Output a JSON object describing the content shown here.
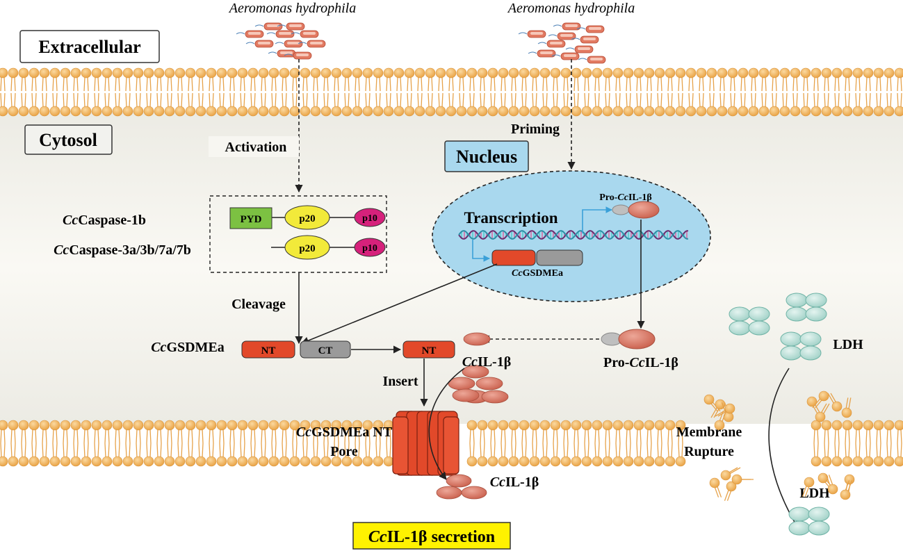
{
  "labels": {
    "bacteria_left": "Aeromonas hydrophila",
    "bacteria_right": "Aeromonas hydrophila",
    "extracellular": "Extracellular",
    "cytosol": "Cytosol",
    "nucleus": "Nucleus",
    "activation": "Activation",
    "priming": "Priming",
    "transcription": "Transcription",
    "cleavage": "Cleavage",
    "insert": "Insert",
    "membrane_rupture_1": "Membrane",
    "membrane_rupture_2": "Rupture",
    "ldh_top": "LDH",
    "ldh_bottom": "LDH",
    "pore_1": "CcGSDMEa NT",
    "pore_2": "Pore",
    "secretion": "CcIL-1β secretion"
  },
  "caspases": {
    "row1_label": "CcCaspase-1b",
    "row2_label": "CcCaspase-3a/3b/7a/7b",
    "pyd": "PYD",
    "p20": "p20",
    "p10": "p10"
  },
  "gsdme": {
    "label": "CcGSDMEa",
    "nt": "NT",
    "ct": "CT",
    "nucleus_gene_label": "CcGSDMEa"
  },
  "il1b": {
    "pro_nucleus": "Pro-CcIL-1β",
    "pro_cytosol": "Pro-CcIL-1β",
    "mature": "CcIL-1β",
    "mature_out": "CcIL-1β"
  },
  "colors": {
    "membrane_head": "#f2b25c",
    "nucleus_fill": "#a9d8ee",
    "gsdme_nt": "#e2492a",
    "gsdme_ct": "#9a9a9a",
    "pyd": "#7cc142",
    "p20": "#f2ea3a",
    "p10": "#d6217b",
    "il1b": "#d97a68",
    "ldh": "#bfe3dc",
    "secretion_box": "#fff200"
  }
}
